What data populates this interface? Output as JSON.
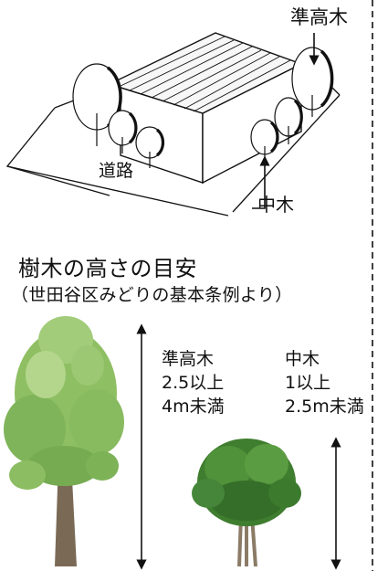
{
  "illustration": {
    "label_semi_tall": "準高木",
    "label_road": "道路",
    "label_medium": "中木"
  },
  "guide": {
    "title": "樹木の高さの目安",
    "subtitle": "（世田谷区みどりの基本条例より）"
  },
  "semi_tall_tree": {
    "name": "準高木",
    "line1": "2.5以上",
    "line2": "4m未満"
  },
  "medium_tree": {
    "name": "中木",
    "line1": "1以上",
    "line2": "2.5m未満"
  },
  "colors": {
    "ink": "#111111",
    "foliage_light": "#8fbf63",
    "foliage_dark": "#3f7d2f",
    "trunk": "#7a6a55"
  }
}
